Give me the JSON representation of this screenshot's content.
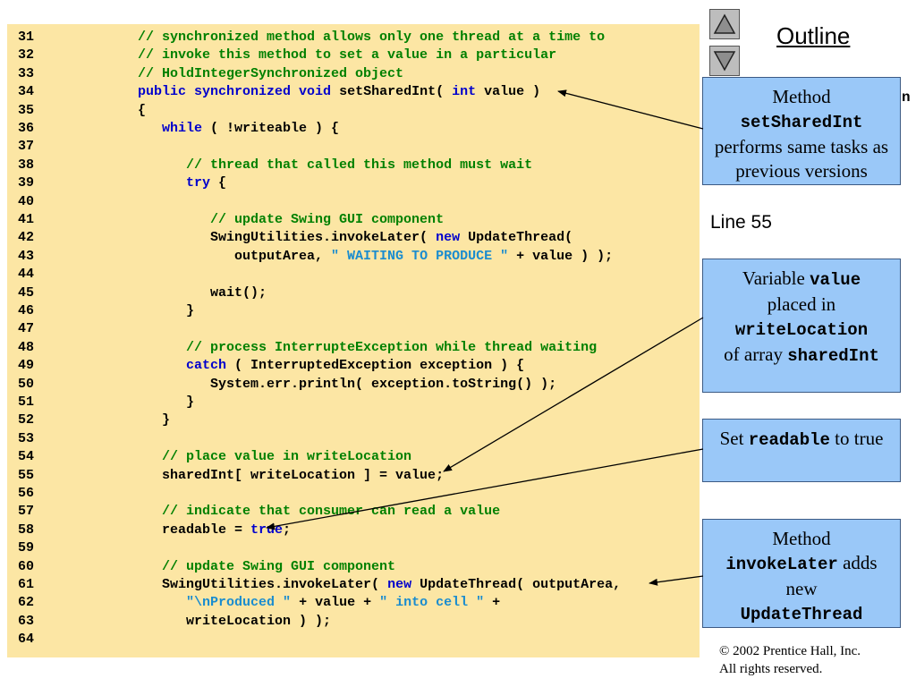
{
  "code": {
    "lines": [
      {
        "num": "31",
        "segments": [
          {
            "type": "comment",
            "text": "      // synchronized method allows only one thread at a time to"
          }
        ]
      },
      {
        "num": "32",
        "segments": [
          {
            "type": "comment",
            "text": "      // invoke this method to set a value in a particular"
          }
        ]
      },
      {
        "num": "33",
        "segments": [
          {
            "type": "comment",
            "text": "      // HoldIntegerSynchronized object"
          }
        ]
      },
      {
        "num": "34",
        "segments": [
          {
            "type": "plain",
            "text": "      "
          },
          {
            "type": "keyword",
            "text": "public synchronized void"
          },
          {
            "type": "plain",
            "text": " setSharedInt( "
          },
          {
            "type": "keyword",
            "text": "int"
          },
          {
            "type": "plain",
            "text": " value )"
          }
        ]
      },
      {
        "num": "35",
        "segments": [
          {
            "type": "plain",
            "text": "      {"
          }
        ]
      },
      {
        "num": "36",
        "segments": [
          {
            "type": "plain",
            "text": "         "
          },
          {
            "type": "keyword",
            "text": "while"
          },
          {
            "type": "plain",
            "text": " ( !writeable ) {"
          }
        ]
      },
      {
        "num": "37",
        "segments": []
      },
      {
        "num": "38",
        "segments": [
          {
            "type": "comment",
            "text": "            // thread that called this method must wait"
          }
        ]
      },
      {
        "num": "39",
        "segments": [
          {
            "type": "plain",
            "text": "            "
          },
          {
            "type": "keyword",
            "text": "try"
          },
          {
            "type": "plain",
            "text": " {"
          }
        ]
      },
      {
        "num": "40",
        "segments": []
      },
      {
        "num": "41",
        "segments": [
          {
            "type": "comment",
            "text": "               // update Swing GUI component"
          }
        ]
      },
      {
        "num": "42",
        "segments": [
          {
            "type": "plain",
            "text": "               SwingUtilities.invokeLater( "
          },
          {
            "type": "keyword",
            "text": "new"
          },
          {
            "type": "plain",
            "text": " UpdateThread("
          }
        ]
      },
      {
        "num": "43",
        "segments": [
          {
            "type": "plain",
            "text": "                  outputArea, "
          },
          {
            "type": "string",
            "text": "\" WAITING TO PRODUCE \""
          },
          {
            "type": "plain",
            "text": " + value ) );"
          }
        ]
      },
      {
        "num": "44",
        "segments": []
      },
      {
        "num": "45",
        "segments": [
          {
            "type": "plain",
            "text": "               wait();"
          }
        ]
      },
      {
        "num": "46",
        "segments": [
          {
            "type": "plain",
            "text": "            }"
          }
        ]
      },
      {
        "num": "47",
        "segments": []
      },
      {
        "num": "48",
        "segments": [
          {
            "type": "comment",
            "text": "            // process InterrupteException while thread waiting"
          }
        ]
      },
      {
        "num": "49",
        "segments": [
          {
            "type": "plain",
            "text": "            "
          },
          {
            "type": "keyword",
            "text": "catch"
          },
          {
            "type": "plain",
            "text": " ( InterruptedException exception ) {"
          }
        ]
      },
      {
        "num": "50",
        "segments": [
          {
            "type": "plain",
            "text": "               System.err.println( exception.toString() );"
          }
        ]
      },
      {
        "num": "51",
        "segments": [
          {
            "type": "plain",
            "text": "            }"
          }
        ]
      },
      {
        "num": "52",
        "segments": [
          {
            "type": "plain",
            "text": "         }"
          }
        ]
      },
      {
        "num": "53",
        "segments": []
      },
      {
        "num": "54",
        "segments": [
          {
            "type": "comment",
            "text": "         // place value in writeLocation"
          }
        ]
      },
      {
        "num": "55",
        "segments": [
          {
            "type": "plain",
            "text": "         sharedInt[ writeLocation ] = value;"
          }
        ]
      },
      {
        "num": "56",
        "segments": []
      },
      {
        "num": "57",
        "segments": [
          {
            "type": "comment",
            "text": "         // indicate that consumer can read a value"
          }
        ]
      },
      {
        "num": "58",
        "segments": [
          {
            "type": "plain",
            "text": "         readable = "
          },
          {
            "type": "keyword",
            "text": "true"
          },
          {
            "type": "plain",
            "text": ";"
          }
        ]
      },
      {
        "num": "59",
        "segments": []
      },
      {
        "num": "60",
        "segments": [
          {
            "type": "comment",
            "text": "         // update Swing GUI component"
          }
        ]
      },
      {
        "num": "61",
        "segments": [
          {
            "type": "plain",
            "text": "         SwingUtilities.invokeLater( "
          },
          {
            "type": "keyword",
            "text": "new"
          },
          {
            "type": "plain",
            "text": " UpdateThread( outputArea,"
          }
        ]
      },
      {
        "num": "62",
        "segments": [
          {
            "type": "plain",
            "text": "            "
          },
          {
            "type": "string",
            "text": "\"\\nProduced \""
          },
          {
            "type": "plain",
            "text": " + value + "
          },
          {
            "type": "string",
            "text": "\" into cell \""
          },
          {
            "type": "plain",
            "text": " +"
          }
        ]
      },
      {
        "num": "63",
        "segments": [
          {
            "type": "plain",
            "text": "            writeLocation ) );"
          }
        ]
      },
      {
        "num": "64",
        "segments": []
      }
    ]
  },
  "sidebar": {
    "outline_label": "Outline",
    "peek_text": "n",
    "line_ref": "Line 55",
    "up_icon": "triangle-up-icon",
    "down_icon": "triangle-down-icon"
  },
  "callouts": {
    "method_set": {
      "pre": "Method",
      "code": "setSharedInt",
      "post": "performs same tasks as previous versions"
    },
    "variable_value": {
      "pre": "Variable",
      "code1": "value",
      "mid1": "placed in",
      "code2": "writeLocation",
      "mid2": "of array",
      "code3": "sharedInt"
    },
    "set_readable": {
      "pre": "Set",
      "code": "readable",
      "post": "to true"
    },
    "invoke_later": {
      "pre": "Method",
      "code1": "invokeLater",
      "mid": "adds new",
      "code2": "UpdateThread"
    }
  },
  "footer": {
    "copyright_line1": "© 2002 Prentice Hall, Inc.",
    "copyright_line2": "All rights reserved."
  },
  "colors": {
    "code_background": "#fce6a4",
    "comment": "#008000",
    "keyword": "#0000cc",
    "string": "#1a8ccf",
    "callout_fill": "#9ac8f8"
  }
}
